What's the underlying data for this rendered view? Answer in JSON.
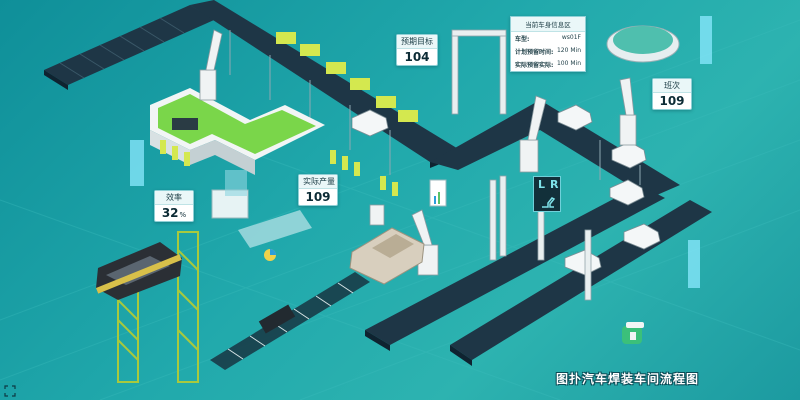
{
  "title": "图扑汽车焊装车间流程图",
  "cards": {
    "target": {
      "label": "预期目标",
      "value": "104"
    },
    "actual": {
      "label": "实际产量",
      "value": "109"
    },
    "efficiency": {
      "label": "效率",
      "value": "32",
      "unit": "%"
    },
    "rounds": {
      "label": "班次",
      "value": "109"
    }
  },
  "info_card": {
    "header": "当前车身信息区",
    "rows": [
      {
        "label": "车型:",
        "value": "ws01F"
      },
      {
        "label": "计划预留时间:",
        "value": "120 Min"
      },
      {
        "label": "实际预留实际:",
        "value": "100 Min"
      }
    ]
  },
  "badge": {
    "left": "L",
    "right": "R"
  },
  "icons": [
    "expand-icon",
    "robot-arm-icon",
    "car-icon",
    "logo-icon",
    "tablet-icon"
  ],
  "colors": {
    "background": "#1d9fa3",
    "conveyor": "#1e3646",
    "platform": "#f2f5f5",
    "accent_green": "#7ad64a",
    "yellow_lift": "#c9b23a"
  }
}
